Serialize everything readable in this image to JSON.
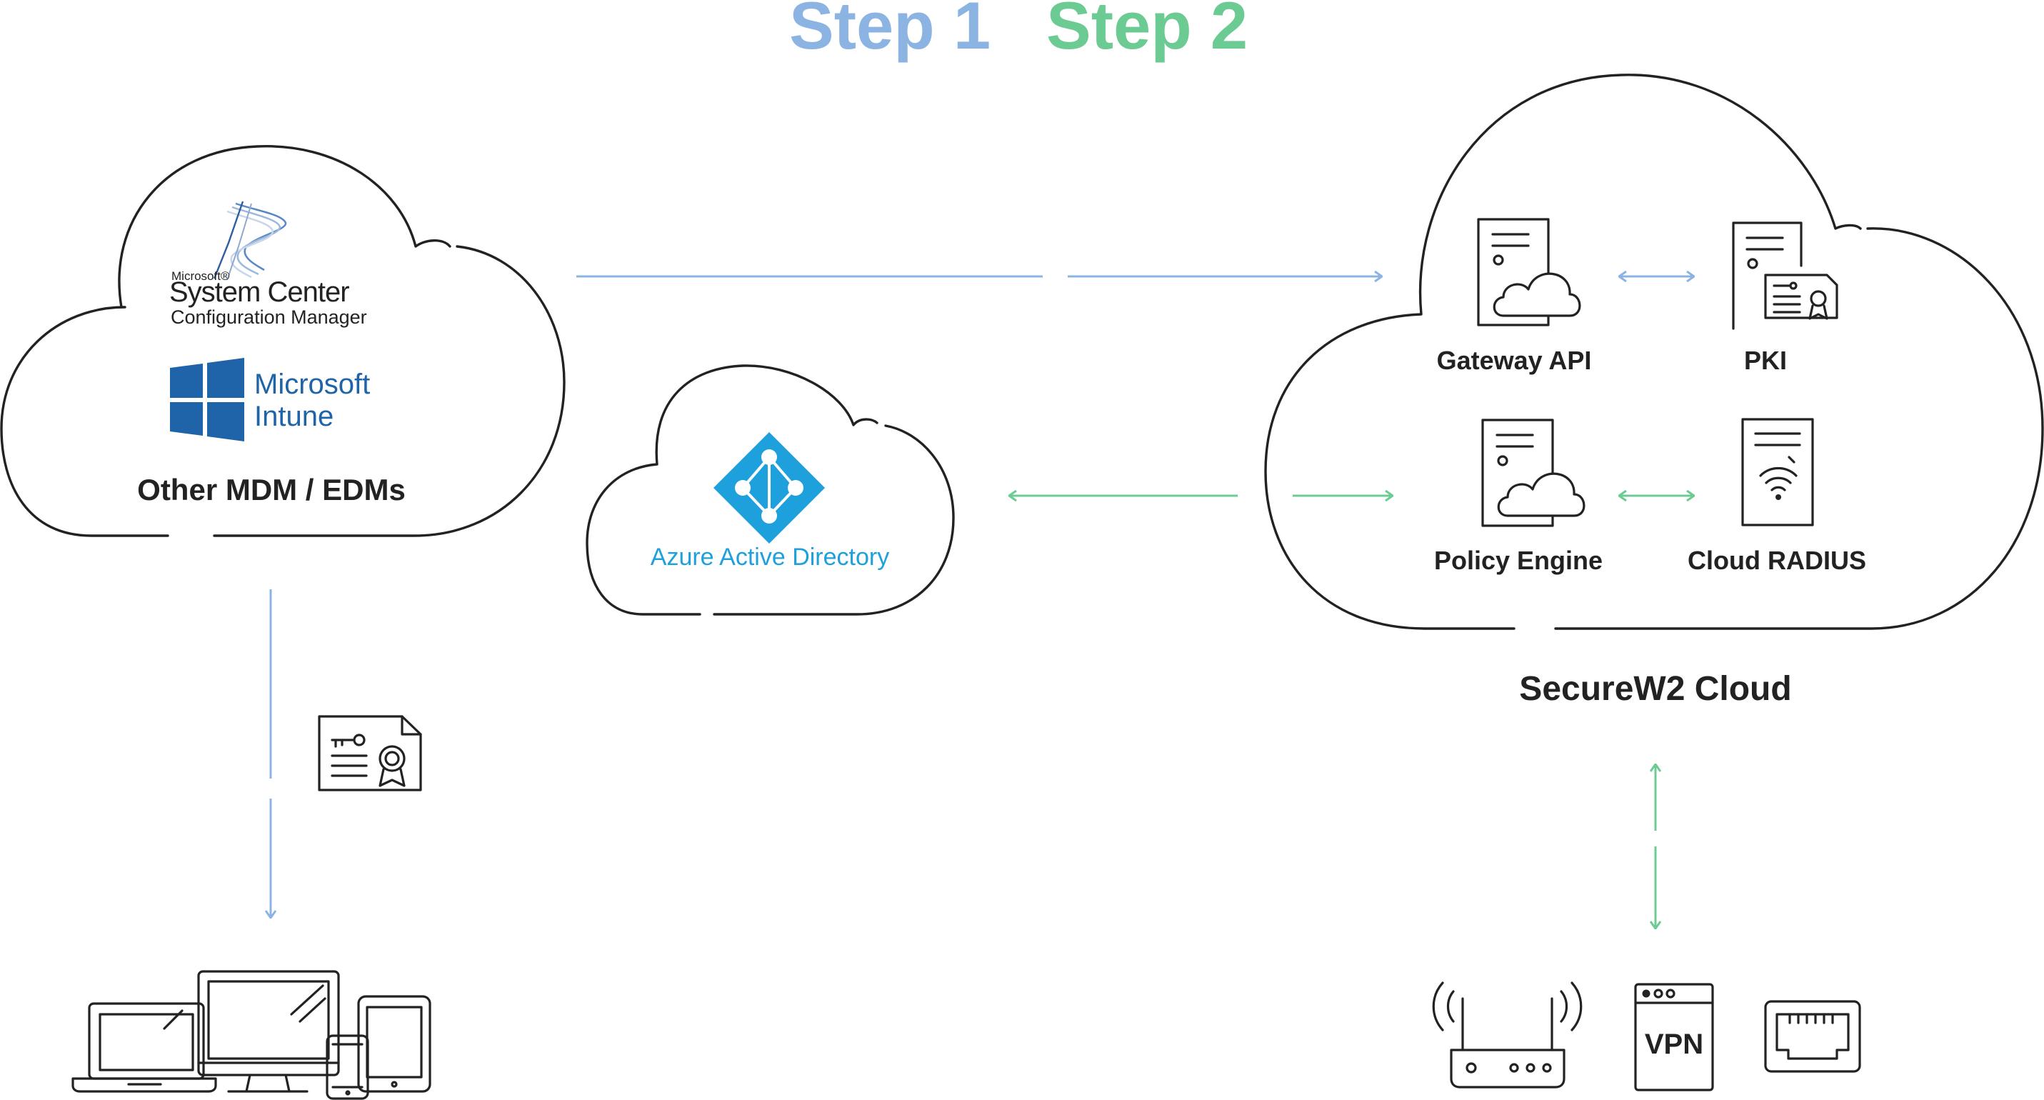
{
  "header": {
    "step1": "Step 1",
    "step2": "Step 2"
  },
  "colors": {
    "step1_blue": "#8CB4E2",
    "step2_green": "#6CCB92",
    "outline": "#222222",
    "azure_blue": "#1EA0DD",
    "windows_blue": "#1F64A8",
    "text_dark": "#222222"
  },
  "mdm_cloud": {
    "sccm_small": "Microsoft®",
    "sccm_title": "System Center",
    "sccm_subtitle": "Configuration Manager",
    "intune_line1": "Microsoft",
    "intune_line2": "Intune",
    "label": "Other MDM / EDMs"
  },
  "azure_cloud": {
    "label": "Azure Active Directory"
  },
  "securew2_cloud": {
    "label": "SecureW2 Cloud",
    "components": [
      {
        "label": "Gateway API",
        "icon": "server-cloud-icon"
      },
      {
        "label": "PKI",
        "icon": "server-certificate-icon"
      },
      {
        "label": "Policy Engine",
        "icon": "server-cloud-icon"
      },
      {
        "label": "Cloud RADIUS",
        "icon": "server-wifi-icon"
      }
    ]
  },
  "endpoints": {
    "devices_icon": "devices-icon",
    "certificate_icon": "certificate-icon",
    "network": [
      {
        "icon": "wifi-router-icon"
      },
      {
        "icon": "vpn-icon",
        "text": "VPN"
      },
      {
        "icon": "ethernet-port-icon"
      }
    ]
  }
}
